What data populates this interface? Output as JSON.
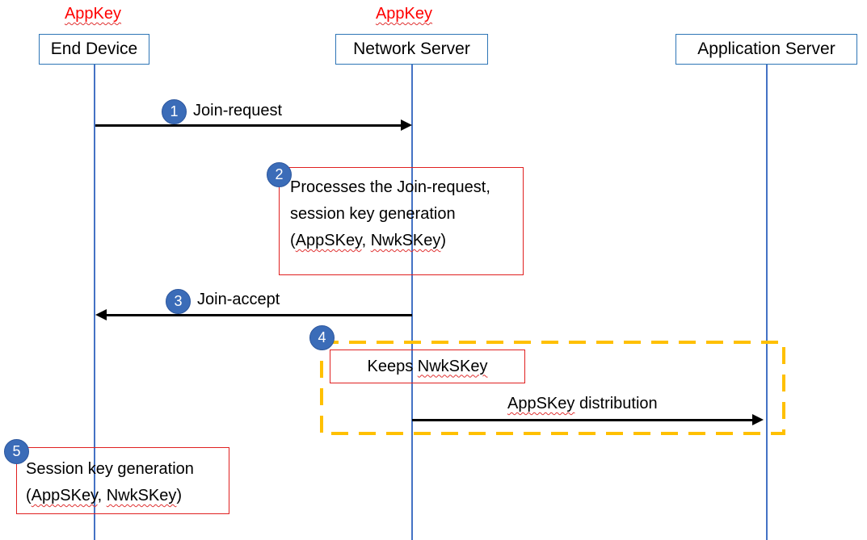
{
  "actors": [
    {
      "name": "End Device",
      "key_label": "AppKey"
    },
    {
      "name": "Network Server",
      "key_label": "AppKey"
    },
    {
      "name": "Application Server"
    }
  ],
  "steps": [
    {
      "number": "1",
      "label": "Join-request"
    },
    {
      "number": "2",
      "lines": [
        "Processes the Join-request,",
        "session key generation"
      ],
      "keys": {
        "open": "(",
        "key1": "AppSKey",
        "sep": ", ",
        "key2": "NwkSKey",
        "close": ")"
      }
    },
    {
      "number": "3",
      "label": "Join-accept"
    },
    {
      "number": "4",
      "box_prefix": "Keeps ",
      "box_key": "NwkSKey",
      "arrow_key": "AppSKey",
      "arrow_rest": " distribution"
    },
    {
      "number": "5",
      "lines": [
        "Session key generation"
      ],
      "keys": {
        "open": "(",
        "key1": "AppSKey",
        "sep": ", ",
        "key2": "NwkSKey",
        "close": ")"
      }
    }
  ],
  "colors": {
    "actor_border": "#2E75B6",
    "lifeline": "#4472C4",
    "badge_fill": "#3B6CB8",
    "badge_border": "#2D579E",
    "annotation_border": "#E02020",
    "highlight_dash": "#FFC000",
    "key_label_text": "#FF0000",
    "arrow": "#000000"
  }
}
